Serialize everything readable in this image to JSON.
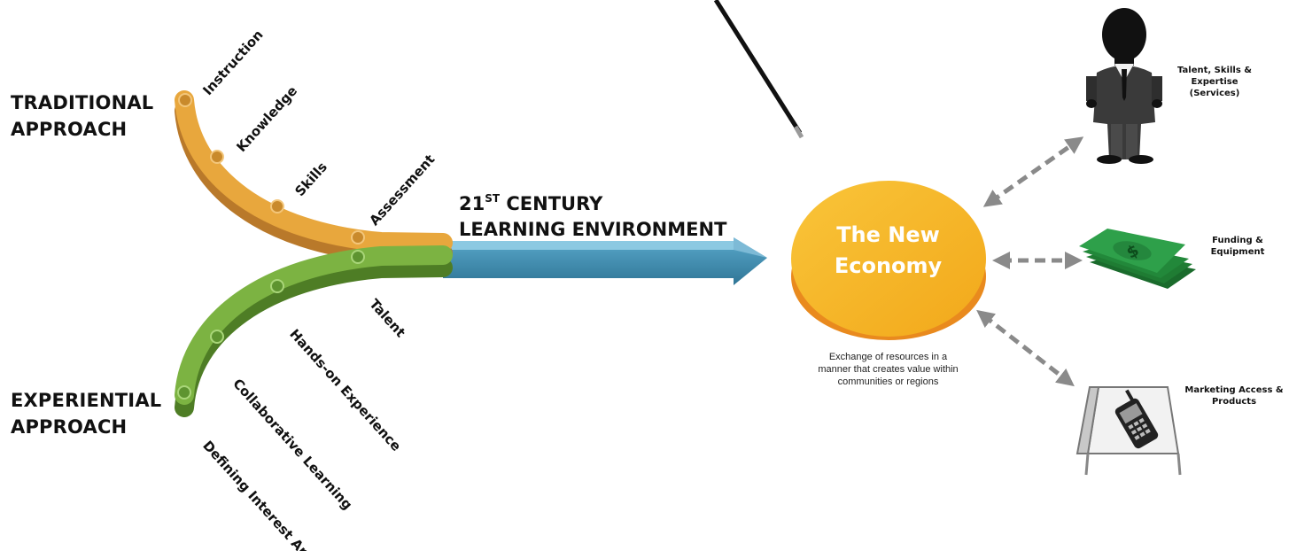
{
  "approaches": {
    "traditional": [
      "TRADITIONAL",
      "APPROACH"
    ],
    "experiential": [
      "EXPERIENTIAL",
      "APPROACH"
    ]
  },
  "traditional_steps": [
    "Instruction",
    "Knowledge",
    "Skills",
    "Assessment"
  ],
  "experiential_steps": [
    "Talent",
    "Hands-on Experience",
    "Collaborative Learning",
    "Defining Interest Area"
  ],
  "environment": {
    "number": "21",
    "superscript": "ST",
    "line1_rest": " CENTURY",
    "line2": "LEARNING ENVIRONMENT"
  },
  "economy": {
    "title": [
      "The New",
      "Economy"
    ],
    "caption": [
      "Exchange of resources in a",
      "manner that creates value within",
      "communities or regions"
    ]
  },
  "resources": {
    "talent": [
      "Talent, Skills &",
      "Expertise",
      "(Services)"
    ],
    "funding": [
      "Funding &",
      "Equipment"
    ],
    "marketing": [
      "Marketing Access &",
      "Products"
    ]
  },
  "colors": {
    "traditional": "#e8a73d",
    "experiential": "#7cb342",
    "arrow": "#3d87aa",
    "economy": "#f5b51d",
    "money": "#1d8a3a"
  },
  "icons": [
    "businessman-icon",
    "money-stack-icon",
    "phone-sign-icon",
    "pointer-stick"
  ]
}
